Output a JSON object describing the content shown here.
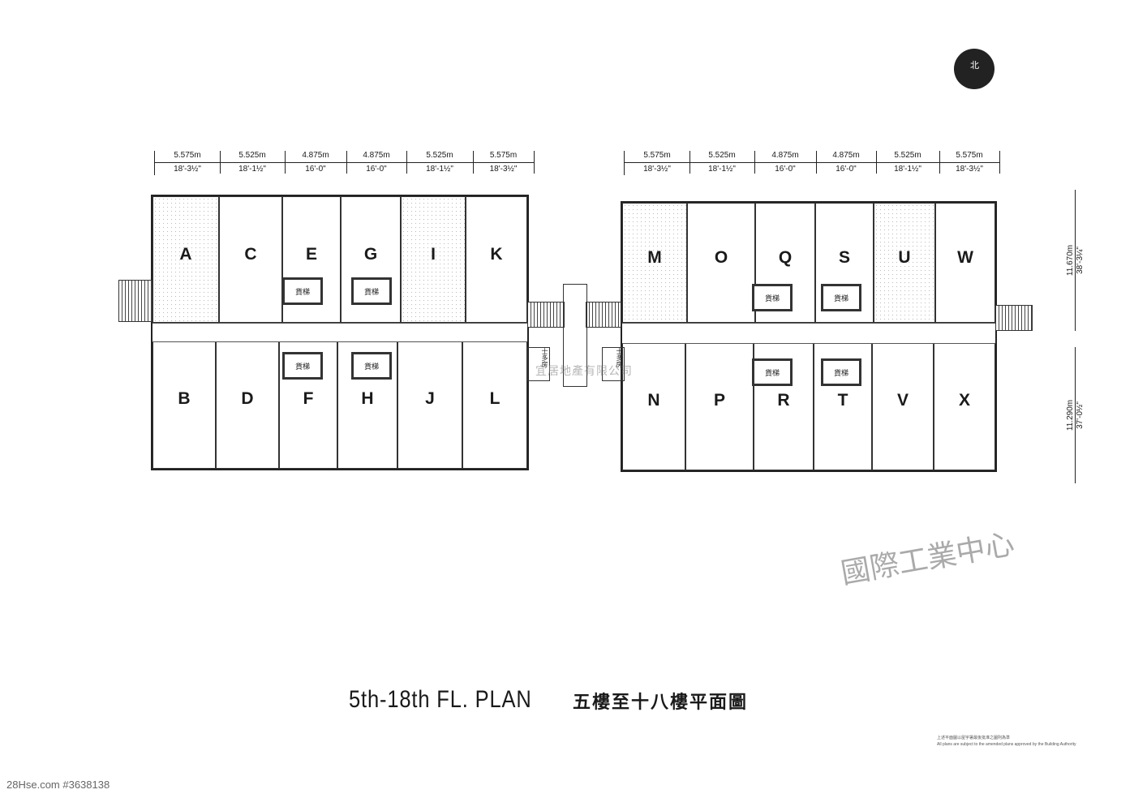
{
  "plan_title": "5th-18th FL. PLAN",
  "plan_title_cn": "五樓至十八樓平面圖",
  "footnote_cn": "上述平面圖以屋宇署最後批准之圖則為準",
  "footnote_en": "All plans are subject to the amended plans approved by the Building Authority",
  "watermark": "宜居地產有限公司",
  "handwritten_note": "國際工業中心",
  "footer": "28Hse.com #3638138",
  "compass_label": "北",
  "dimensions_top": [
    {
      "m": "5.575m",
      "ft": "18'-3½\""
    },
    {
      "m": "5.525m",
      "ft": "18'-1½\""
    },
    {
      "m": "4.875m",
      "ft": "16'-0\""
    },
    {
      "m": "4.875m",
      "ft": "16'-0\""
    },
    {
      "m": "5.525m",
      "ft": "18'-1½\""
    },
    {
      "m": "5.575m",
      "ft": "18'-3½\""
    }
  ],
  "dimensions_side": [
    {
      "m": "11.670m",
      "ft": "38'-3¼\""
    },
    {
      "m": "11.290m",
      "ft": "37'-0½\""
    }
  ],
  "left_block": {
    "top_units": [
      "A",
      "C",
      "E",
      "G",
      "I",
      "K"
    ],
    "bottom_units": [
      "B",
      "D",
      "F",
      "H",
      "J",
      "L"
    ]
  },
  "right_block": {
    "top_units": [
      "M",
      "O",
      "Q",
      "S",
      "U",
      "W"
    ],
    "bottom_units": [
      "N",
      "P",
      "R",
      "T",
      "V",
      "X"
    ]
  },
  "lift_label": "貨梯",
  "toilet_label": "士多房"
}
